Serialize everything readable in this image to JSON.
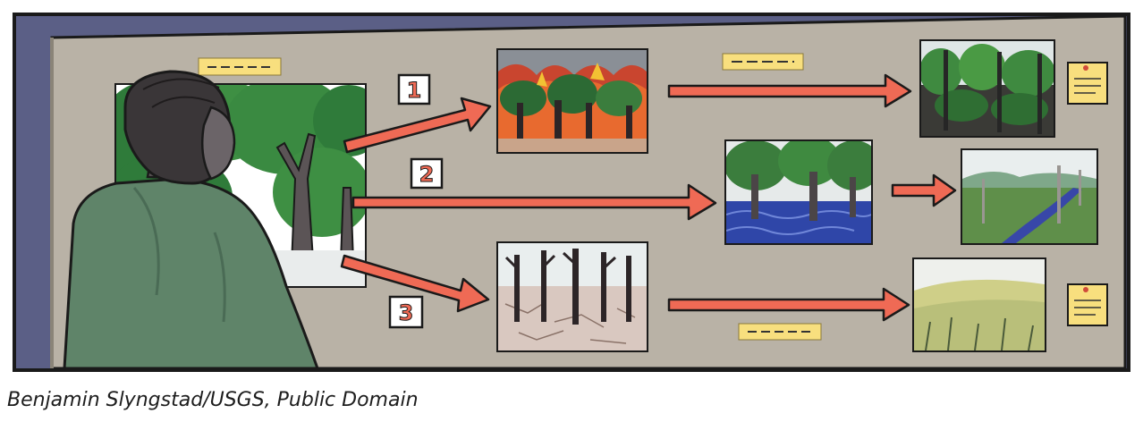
{
  "caption": "Benjamin Slyngstad/USGS, Public Domain",
  "labels": {
    "one": "1",
    "two": "2",
    "three": "3"
  },
  "colors": {
    "wall": "#5b5f86",
    "board": "#b9b2a6",
    "arrow": "#ef6a55",
    "note": "#f8df7e",
    "shirt": "#5f8469",
    "outline": "#1a1a1a"
  },
  "icons": [
    "forest-icon",
    "fire-icon",
    "flood-icon",
    "drought-icon",
    "grassland-icon",
    "sticky-note-icon",
    "person-icon"
  ]
}
